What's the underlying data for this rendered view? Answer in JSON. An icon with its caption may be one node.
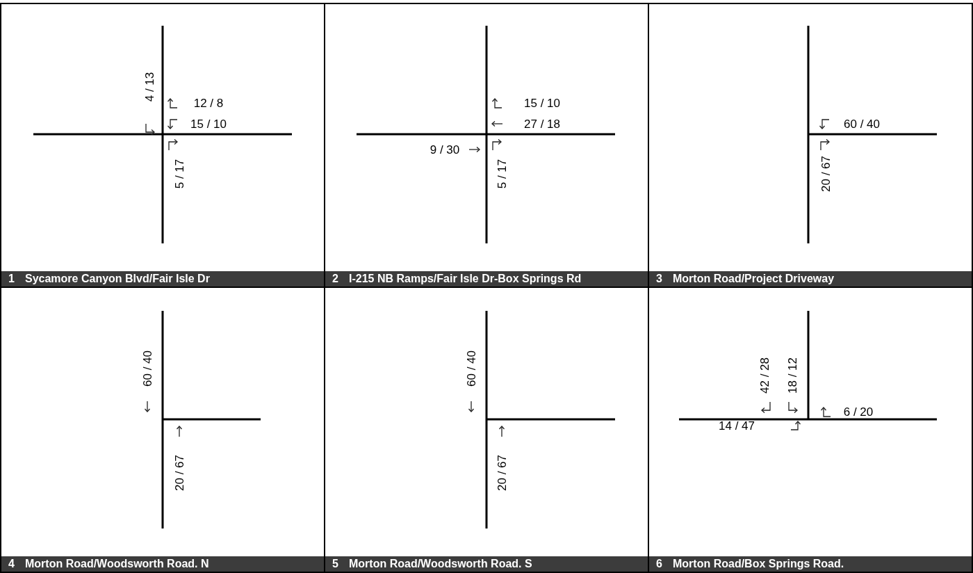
{
  "diagram": {
    "nodes": [
      {
        "text": [
          "1",
          "Sycamore Canyon Blvd/Fair Isle Dr"
        ]
      },
      {
        "text": [
          "2",
          "I-215 NB Ramps/Fair Isle Dr-Box Springs Rd"
        ]
      },
      {
        "text": [
          "3",
          "Morton Road/Project Driveway"
        ]
      },
      {
        "text": [
          "4",
          "Morton Road/Woodsworth Road. N"
        ]
      },
      {
        "text": [
          "5",
          "Morton Road/Woodsworth Road. S"
        ]
      },
      {
        "text": [
          "6",
          "Morton Road/Box Springs Road."
        ]
      }
    ],
    "edges": [],
    "labels": [
      "4 / 13",
      "12 / 8",
      "15 / 10",
      "5 / 17",
      "15 / 10",
      "27 / 18",
      "9 / 30",
      "5 / 17",
      "60 / 40",
      "20 / 67",
      "60 / 40",
      "20 / 67",
      "60 / 40",
      "20 / 67",
      "42 / 28",
      "18 / 12",
      "6 / 20",
      "14 / 47"
    ]
  }
}
